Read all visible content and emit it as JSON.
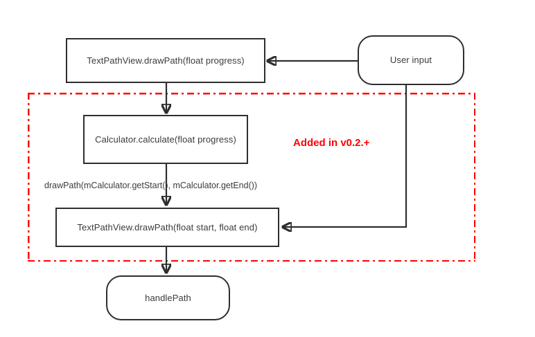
{
  "diagram": {
    "background_color": "#ffffff",
    "node_stroke_color": "#2e2e2e",
    "node_text_color": "#3b3b3b",
    "accent_color": "#ff0000",
    "nodes": [
      {
        "id": "draw_path_progress",
        "label": "TextPathView.drawPath(float progress)",
        "shape": "rect"
      },
      {
        "id": "user_input",
        "label": "User input",
        "shape": "stadium"
      },
      {
        "id": "calculator_calculate",
        "label": "Calculator.calculate(float progress)",
        "shape": "rect"
      },
      {
        "id": "draw_path_start_end",
        "label": "TextPathView.drawPath(float start, float end)",
        "shape": "rect"
      },
      {
        "id": "handle_path",
        "label": "handlePath",
        "shape": "stadium"
      }
    ],
    "edge_labels": [
      {
        "id": "draw_path_call",
        "text": "drawPath(mCalculator.getStart(), mCalculator.getEnd())"
      }
    ],
    "group": {
      "id": "added_group",
      "note": "Added in v0.2.+",
      "border_style": "dash-dot",
      "border_color": "#ff0000"
    }
  }
}
